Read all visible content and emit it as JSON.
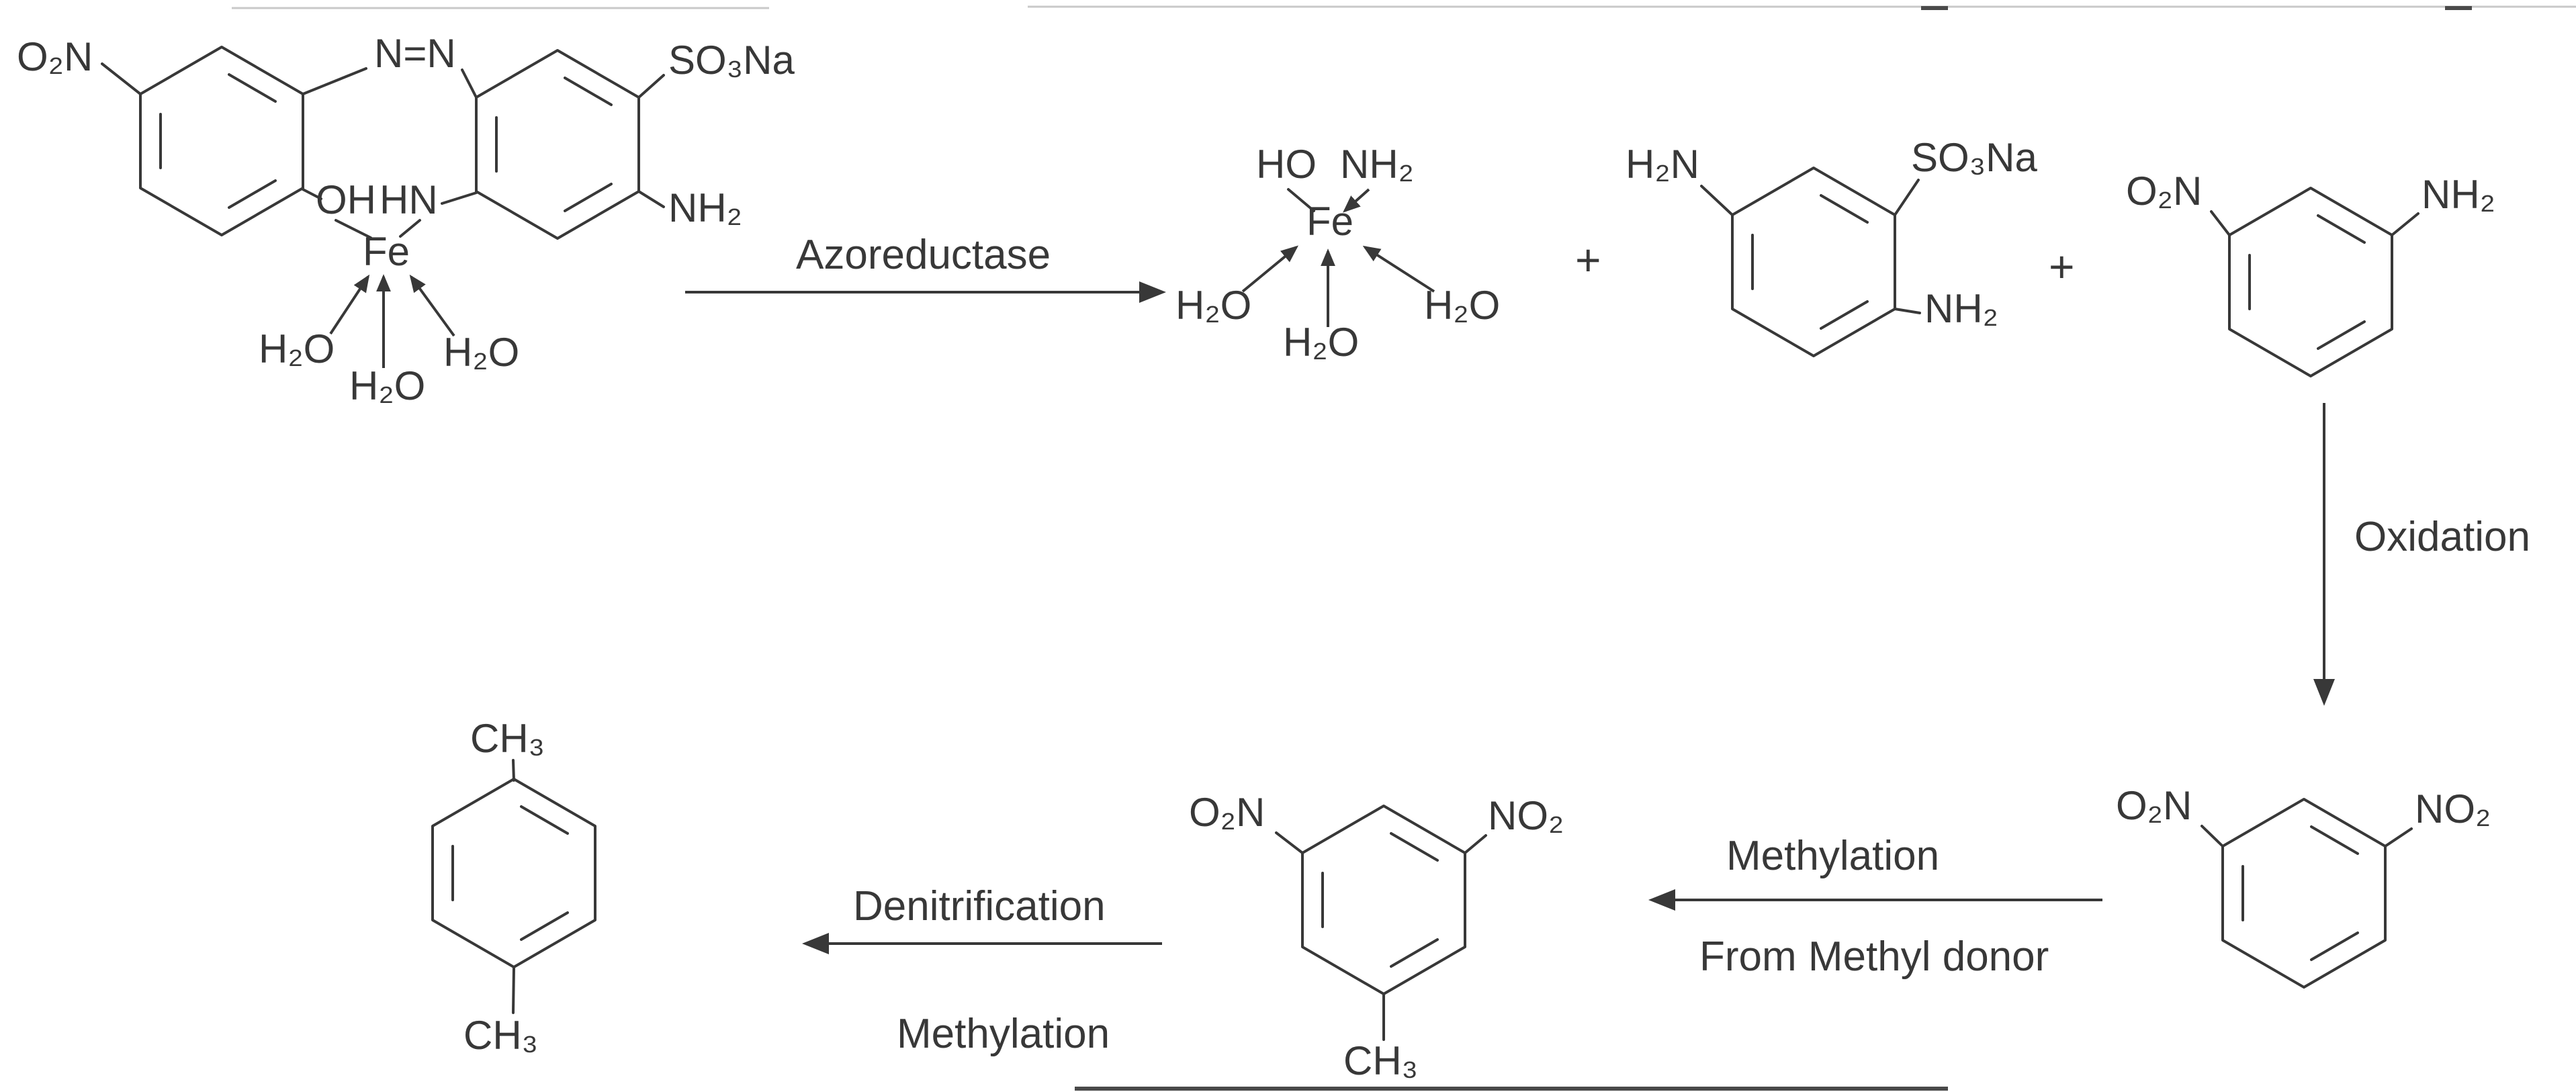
{
  "colors": {
    "ink": "#383838",
    "background": "#ffffff"
  },
  "symbols": {
    "plus": "+"
  },
  "azo_dye": {
    "o2n": "O₂N",
    "azo": "N=N",
    "so3na": "SO₃Na",
    "nh2": "NH₂",
    "oh": "OH",
    "hn": "HN",
    "fe": "Fe",
    "h2o": "H₂O"
  },
  "arrow1": {
    "label": "Azoreductase"
  },
  "fe_complex": {
    "ho": "HO",
    "nh2": "NH₂",
    "fe": "Fe",
    "h2o": "H₂O"
  },
  "diamine": {
    "h2n": "H₂N",
    "so3na": "SO₃Na",
    "nh2": "NH₂"
  },
  "nitroaniline": {
    "o2n": "O₂N",
    "nh2": "NH₂"
  },
  "arrow2": {
    "label": "Oxidation"
  },
  "dinitrobenzene": {
    "o2n": "O₂N",
    "no2": "NO₂"
  },
  "arrow3": {
    "top": "Methylation",
    "bottom": "From Methyl donor"
  },
  "dinitrotoluene": {
    "o2n": "O₂N",
    "no2": "NO₂",
    "ch3": "CH₃"
  },
  "arrow4": {
    "top": "Denitrification",
    "bottom": "Methylation"
  },
  "xylene": {
    "ch3_top": "CH₃",
    "ch3_bottom": "CH₃"
  }
}
